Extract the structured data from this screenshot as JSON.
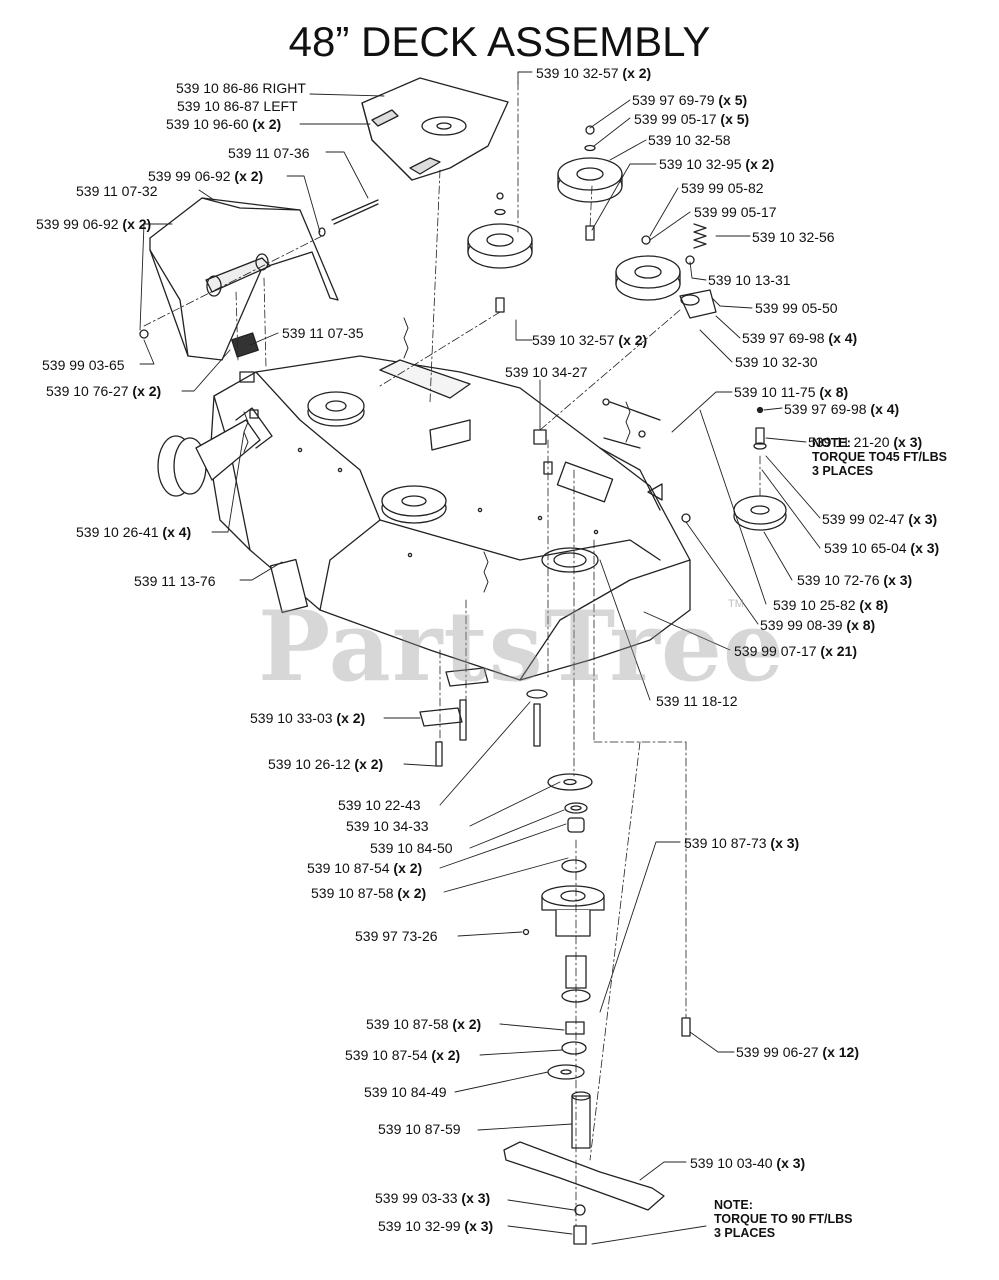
{
  "title": "48” DECK ASSEMBLY",
  "watermark": "PartsTree",
  "watermark_mark": "TM",
  "labels": [
    {
      "id": "p01",
      "part": "539 10 86-86 RIGHT",
      "qty": ""
    },
    {
      "id": "p02",
      "part": "539 10 86-87 LEFT",
      "qty": ""
    },
    {
      "id": "p03",
      "part": "539 10 96-60",
      "qty": "(x 2)"
    },
    {
      "id": "p04",
      "part": "539 11 07-36",
      "qty": ""
    },
    {
      "id": "p05",
      "part": "539 99 06-92",
      "qty": "(x 2)"
    },
    {
      "id": "p06",
      "part": "539 11 07-32",
      "qty": ""
    },
    {
      "id": "p07",
      "part": "539 99 06-92",
      "qty": "(x 2)"
    },
    {
      "id": "p08",
      "part": "539 11 07-35",
      "qty": ""
    },
    {
      "id": "p09",
      "part": "539 99 03-65",
      "qty": ""
    },
    {
      "id": "p10",
      "part": "539 10 76-27",
      "qty": "(x 2)"
    },
    {
      "id": "p11",
      "part": "539 10 26-41",
      "qty": "(x 4)"
    },
    {
      "id": "p12",
      "part": "539 11 13-76",
      "qty": ""
    },
    {
      "id": "p13",
      "part": "539 10 32-57",
      "qty": "(x 2)"
    },
    {
      "id": "p14",
      "part": "539 97 69-79",
      "qty": "(x 5)"
    },
    {
      "id": "p15",
      "part": "539 99 05-17",
      "qty": "(x 5)"
    },
    {
      "id": "p16",
      "part": "539 10 32-58",
      "qty": ""
    },
    {
      "id": "p17",
      "part": "539 10 32-95",
      "qty": "(x 2)"
    },
    {
      "id": "p18",
      "part": "539 99 05-82",
      "qty": ""
    },
    {
      "id": "p19",
      "part": "539 99 05-17",
      "qty": ""
    },
    {
      "id": "p20",
      "part": "539 10 32-56",
      "qty": ""
    },
    {
      "id": "p21",
      "part": "539 10 13-31",
      "qty": ""
    },
    {
      "id": "p22",
      "part": "539 99 05-50",
      "qty": ""
    },
    {
      "id": "p23",
      "part": "539 10 32-57",
      "qty": "(x 2)"
    },
    {
      "id": "p24",
      "part": "539 97 69-98",
      "qty": "(x 4)"
    },
    {
      "id": "p25",
      "part": "539 10 32-30",
      "qty": ""
    },
    {
      "id": "p26",
      "part": "539 10 34-27",
      "qty": ""
    },
    {
      "id": "p27",
      "part": "539 10 11-75",
      "qty": "(x 8)"
    },
    {
      "id": "p28",
      "part": "539 97 69-98",
      "qty": "(x 4)"
    },
    {
      "id": "p29",
      "part": "539 11 21-20",
      "qty": "(x 3)"
    },
    {
      "id": "p30",
      "part": "539 99 02-47",
      "qty": "(x 3)"
    },
    {
      "id": "p31",
      "part": "539 10 65-04",
      "qty": "(x 3)"
    },
    {
      "id": "p32",
      "part": "539 10 72-76",
      "qty": "(x 3)"
    },
    {
      "id": "p33",
      "part": "539 10 25-82",
      "qty": "(x 8)"
    },
    {
      "id": "p34",
      "part": "539 99 08-39",
      "qty": "(x 8)"
    },
    {
      "id": "p35",
      "part": "539 99 07-17",
      "qty": "(x 21)"
    },
    {
      "id": "p36",
      "part": "539 11 18-12",
      "qty": ""
    },
    {
      "id": "p37",
      "part": "539 10 33-03",
      "qty": "(x 2)"
    },
    {
      "id": "p38",
      "part": "539 10 26-12",
      "qty": "(x 2)"
    },
    {
      "id": "p39",
      "part": "539 10 22-43",
      "qty": ""
    },
    {
      "id": "p40",
      "part": "539 10 34-33",
      "qty": ""
    },
    {
      "id": "p41",
      "part": "539 10 84-50",
      "qty": ""
    },
    {
      "id": "p42",
      "part": "539 10 87-54",
      "qty": "(x 2)"
    },
    {
      "id": "p43",
      "part": "539 10 87-58",
      "qty": "(x 2)"
    },
    {
      "id": "p44",
      "part": "539 10 87-73",
      "qty": "(x 3)"
    },
    {
      "id": "p45",
      "part": "539 97 73-26",
      "qty": ""
    },
    {
      "id": "p46",
      "part": "539 10 87-58",
      "qty": "(x 2)"
    },
    {
      "id": "p47",
      "part": "539 10 87-54",
      "qty": "(x 2)"
    },
    {
      "id": "p48",
      "part": "539 99 06-27",
      "qty": "(x 12)"
    },
    {
      "id": "p49",
      "part": "539 10 84-49",
      "qty": ""
    },
    {
      "id": "p50",
      "part": "539 10 87-59",
      "qty": ""
    },
    {
      "id": "p51",
      "part": "539 10 03-40",
      "qty": "(x 3)"
    },
    {
      "id": "p52",
      "part": "539 99 03-33",
      "qty": "(x 3)"
    },
    {
      "id": "p53",
      "part": "539 10 32-99",
      "qty": "(x 3)"
    }
  ],
  "notes": [
    {
      "id": "n1",
      "text": "NOTE:\nTORQUE TO45 FT/LBS\n3 PLACES"
    },
    {
      "id": "n2",
      "text": "NOTE:\nTORQUE TO 90 FT/LBS\n3 PLACES"
    }
  ]
}
